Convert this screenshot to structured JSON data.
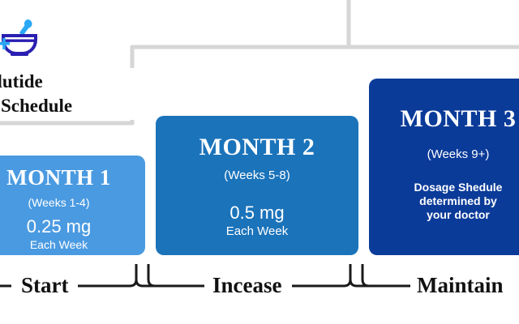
{
  "brand": {
    "icon": "mortar-and-pestle-icon",
    "title_line_1": "…glutide",
    "title_line_2": "…e Schedule",
    "icon_bowl_color": "#2a1fb0",
    "icon_pestle_color": "#2aa8f5"
  },
  "colors": {
    "card_1": "#4a9ae1",
    "card_2": "#1b73ba",
    "card_3": "#0b3b99",
    "staircase": "#d6d6d6",
    "rail": "#1a1a1a",
    "text_dark": "#111111",
    "card_text": "#ffffff",
    "background": "#ffffff"
  },
  "cards": [
    {
      "id": "month-1",
      "title": "MONTH 1",
      "weeks": "(Weeks 1-4)",
      "dose": "0.25 mg",
      "frequency": "Each Week"
    },
    {
      "id": "month-2",
      "title": "MONTH 2",
      "weeks": "(Weeks 5-8)",
      "dose": "0.5 mg",
      "frequency": "Each Week"
    },
    {
      "id": "month-3",
      "title": "MONTH 3",
      "weeks": "(Weeks 9+)",
      "note_line_1": "Dosage Shedule",
      "note_line_2": "determined by",
      "note_line_3": "your doctor"
    }
  ],
  "steps": [
    {
      "id": "step-start",
      "label": "Start"
    },
    {
      "id": "step-increase",
      "label": "Incease"
    },
    {
      "id": "step-maintain",
      "label": "Maintain"
    }
  ]
}
